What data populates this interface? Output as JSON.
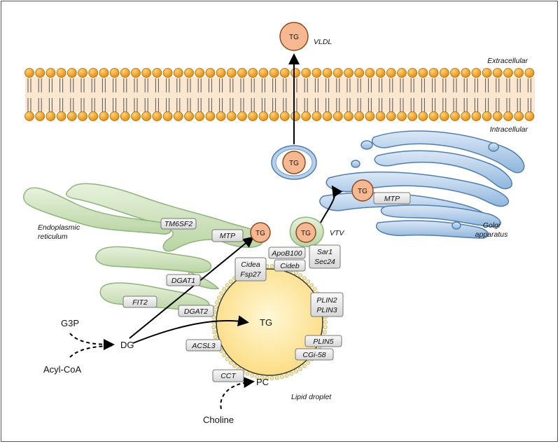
{
  "labels": {
    "extracellular": "Extracellular",
    "intracellular": "Intracellular",
    "vldl": "VLDL",
    "er": [
      "Endoplasmic",
      "reticulum"
    ],
    "golgi": [
      "Golgi",
      "apparatus"
    ],
    "vtv": "VTV",
    "lipid_droplet": "Lipid droplet",
    "g3p": "G3P",
    "acyl_coa": "Acyl-CoA",
    "dg": "DG",
    "pc": "PC",
    "choline": "Choline",
    "tg_droplet": "TG"
  },
  "tg_circles": [
    "TG",
    "TG",
    "TG",
    "TG",
    "TG"
  ],
  "proteins": [
    {
      "id": "tm6sf2",
      "lines": [
        "TM6SF2"
      ]
    },
    {
      "id": "mtp-er",
      "lines": [
        "MTP"
      ]
    },
    {
      "id": "mtp-golgi",
      "lines": [
        "MTP"
      ]
    },
    {
      "id": "apob100",
      "lines": [
        "ApoB100"
      ]
    },
    {
      "id": "cideb",
      "lines": [
        "Cideb"
      ]
    },
    {
      "id": "sar1-sec24",
      "lines": [
        "Sar1",
        "Sec24"
      ]
    },
    {
      "id": "cidea-fsp27",
      "lines": [
        "Cidea",
        "Fsp27"
      ]
    },
    {
      "id": "dgat1",
      "lines": [
        "DGAT1"
      ]
    },
    {
      "id": "fit2",
      "lines": [
        "FIT2"
      ]
    },
    {
      "id": "dgat2",
      "lines": [
        "DGAT2"
      ]
    },
    {
      "id": "plin2-plin3",
      "lines": [
        "PLIN2",
        "PLIN3"
      ]
    },
    {
      "id": "acsl3",
      "lines": [
        "ACSL3"
      ]
    },
    {
      "id": "plin5",
      "lines": [
        "PLIN5"
      ]
    },
    {
      "id": "cgi58",
      "lines": [
        "CGi-58"
      ]
    },
    {
      "id": "cct",
      "lines": [
        "CCT"
      ]
    }
  ],
  "colors": {
    "membrane_head": "#f0a020",
    "membrane_core": "#fbe3c8",
    "er_fill": "#d4e6c4",
    "er_stroke": "#8db47a",
    "golgi_fill": "#b5cfea",
    "golgi_stroke": "#4a7fb5",
    "droplet_fill": "#fde8a2",
    "tg_fill": "#f3b48a",
    "tg_stroke": "#a0522d",
    "tag_fill": "#e8e8e8"
  }
}
